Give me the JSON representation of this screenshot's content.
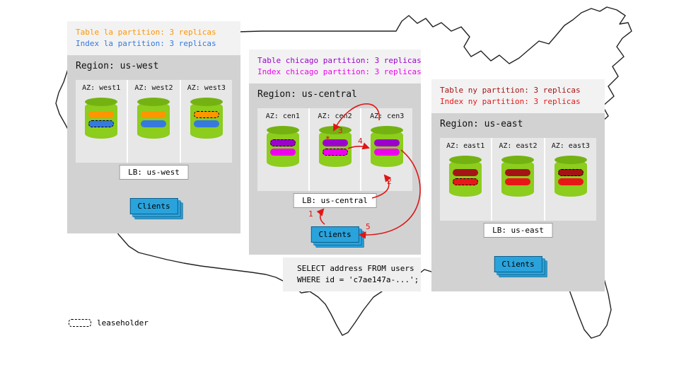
{
  "legend_label": "leaseholder",
  "arrow_color": "#e01515",
  "star_glyph": "✶",
  "steps": [
    "1",
    "2",
    "3",
    "4",
    "5"
  ],
  "query": {
    "line1": "SELECT address FROM users",
    "line2": "WHERE id = 'c7ae147a-...';"
  },
  "regions": {
    "west": {
      "caption_table": "Table la partition: 3 replicas",
      "caption_index": "Index la partition: 3 replicas",
      "table_color": "#ff9500",
      "index_color": "#3579de",
      "title": "Region: us-west",
      "azs": [
        {
          "label": "AZ: west1",
          "table_lease": false,
          "index_lease": true
        },
        {
          "label": "AZ: west2",
          "table_lease": false,
          "index_lease": false
        },
        {
          "label": "AZ: west3",
          "table_lease": true,
          "index_lease": false
        }
      ],
      "lb": "LB: us-west",
      "clients": "Clients"
    },
    "central": {
      "caption_table": "Table chicago partition: 3 replicas",
      "caption_index": "Index chicago partition: 3 replicas",
      "table_color": "#9c00cc",
      "index_color": "#ee00ee",
      "title": "Region: us-central",
      "azs": [
        {
          "label": "AZ: cen1",
          "table_lease": true,
          "index_lease": false
        },
        {
          "label": "AZ: cen2",
          "table_lease": false,
          "index_lease": true
        },
        {
          "label": "AZ: cen3",
          "table_lease": false,
          "index_lease": false
        }
      ],
      "lb": "LB: us-central",
      "clients": "Clients"
    },
    "east": {
      "caption_table": "Table ny partition: 3 replicas",
      "caption_index": "Index ny partition: 3 replicas",
      "table_color": "#a51414",
      "index_color": "#e81717",
      "title": "Region: us-east",
      "azs": [
        {
          "label": "AZ: east1",
          "table_lease": false,
          "index_lease": true
        },
        {
          "label": "AZ: east2",
          "table_lease": false,
          "index_lease": false
        },
        {
          "label": "AZ: east3",
          "table_lease": true,
          "index_lease": false
        }
      ],
      "lb": "LB: us-east",
      "clients": "Clients"
    }
  }
}
